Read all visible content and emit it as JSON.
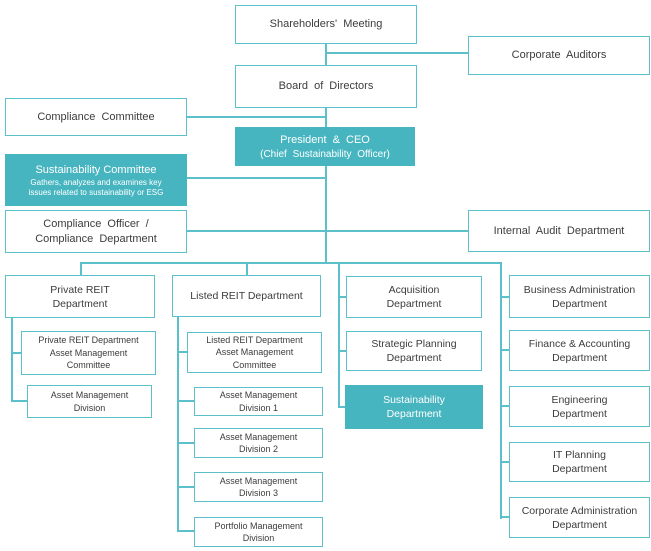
{
  "colors": {
    "accent_fill": "#47b5c0",
    "line": "#5cc0ca",
    "text": "#3c3c3c",
    "text_on_accent": "#ffffff"
  },
  "nodes": {
    "shareholders_meeting": {
      "label": "Shareholders' Meeting"
    },
    "corporate_auditors": {
      "label": "Corporate Auditors"
    },
    "board_of_directors": {
      "label": "Board of Directors"
    },
    "compliance_committee": {
      "label": "Compliance Committee"
    },
    "president_ceo": {
      "label": "President & CEO",
      "sublabel": "(Chief Sustainability Officer)"
    },
    "sustainability_committee": {
      "label": "Sustainability Committee",
      "description": "Gathers, analyzes and examines key\nissues related to sustainability or ESG"
    },
    "compliance_officer": {
      "label": "Compliance Officer /\nCompliance Department"
    },
    "internal_audit": {
      "label": "Internal Audit Department"
    },
    "private_reit_dept": {
      "label": "Private REIT\nDepartment"
    },
    "listed_reit_dept": {
      "label": "Listed REIT Department"
    },
    "acquisition_dept": {
      "label": "Acquisition\nDepartment"
    },
    "business_admin_dept": {
      "label": "Business Administration\nDepartment"
    },
    "private_reit_committee": {
      "label": "Private REIT Department\nAsset Management\nCommittee"
    },
    "listed_reit_committee": {
      "label": "Listed REIT Department\nAsset Management\nCommittee"
    },
    "strategic_planning_dept": {
      "label": "Strategic Planning\nDepartment"
    },
    "finance_accounting_dept": {
      "label": "Finance & Accounting\nDepartment"
    },
    "asset_mgmt_division": {
      "label": "Asset Management\nDivision"
    },
    "asset_mgmt_division_1": {
      "label": "Asset Management\nDivision 1"
    },
    "asset_mgmt_division_2": {
      "label": "Asset Management\nDivision 2"
    },
    "asset_mgmt_division_3": {
      "label": "Asset Management\nDivision 3"
    },
    "portfolio_mgmt_division": {
      "label": "Portfolio Management\nDivision"
    },
    "sustainability_dept": {
      "label": "Sustainability\nDepartment"
    },
    "engineering_dept": {
      "label": "Engineering\nDepartment"
    },
    "it_planning_dept": {
      "label": "IT Planning\nDepartment"
    },
    "corporate_admin_dept": {
      "label": "Corporate Administration\nDepartment"
    }
  }
}
